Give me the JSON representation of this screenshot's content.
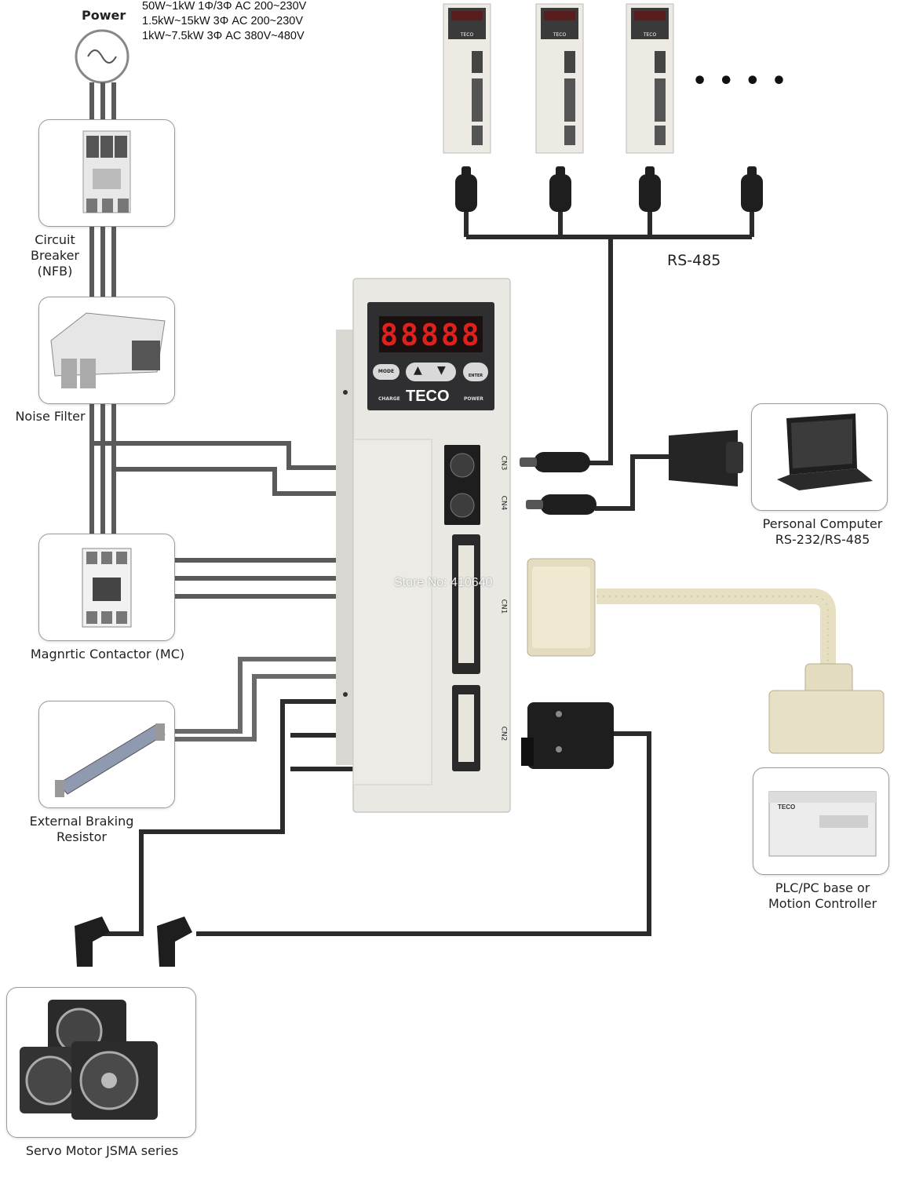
{
  "power": {
    "title": "Power",
    "specs": [
      "50W~1kW 1Φ/3Φ AC 200~230V",
      "1.5kW~15kW 3Φ AC 200~230V",
      "1kW~7.5kW 3Φ AC  380V~480V"
    ]
  },
  "components": {
    "circuit_breaker": "Circuit Breaker (NFB)",
    "circuit_breaker_lines": [
      "Circuit",
      "Breaker",
      "(NFB)"
    ],
    "noise_filter": "Noise Filter",
    "magnetic_contactor": "Magnrtic Contactor (MC)",
    "braking_resistor_lines": [
      "External Braking",
      "Resistor"
    ],
    "servo_motor": "Servo Motor JSMA series",
    "pc_lines": [
      "Personal Computer",
      "RS-232/RS-485"
    ],
    "plc_lines": [
      "PLC/PC base or",
      "Motion Controller"
    ]
  },
  "network": {
    "label": "RS-485",
    "ellipsis": "• • • •"
  },
  "drive": {
    "brand": "TECO",
    "display": "88888",
    "buttons": [
      "MODE",
      "▲",
      "▼",
      "ENTER"
    ],
    "leds": [
      "CHARGE",
      "POWER"
    ],
    "connectors": [
      "CN3",
      "CN4",
      "CN1",
      "CN2"
    ]
  },
  "plc_brand": "TECO",
  "watermark": "Store No: 410640",
  "colors": {
    "cable_dark": "#2b2b2b",
    "cable_grey": "#555555",
    "drive_body": "#e9e8e2",
    "display_red": "#e0201c",
    "cream_cable": "#e6dfc2"
  }
}
